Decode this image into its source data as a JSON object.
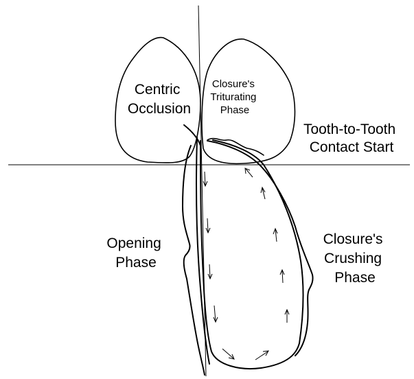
{
  "labels": {
    "centric_line1": "Centric",
    "centric_line2": "Occlusion",
    "triturating_line1": "Closure's",
    "triturating_line2": "Triturating",
    "triturating_line3": "Phase",
    "contact_line1": "Tooth-to-Tooth",
    "contact_line2": "Contact Start",
    "opening_line1": "Opening",
    "opening_line2": "Phase",
    "crushing_line1": "Closure's",
    "crushing_line2": "Crushing",
    "crushing_line3": "Phase"
  },
  "colors": {
    "ink": "#000000",
    "background": "#ffffff"
  }
}
